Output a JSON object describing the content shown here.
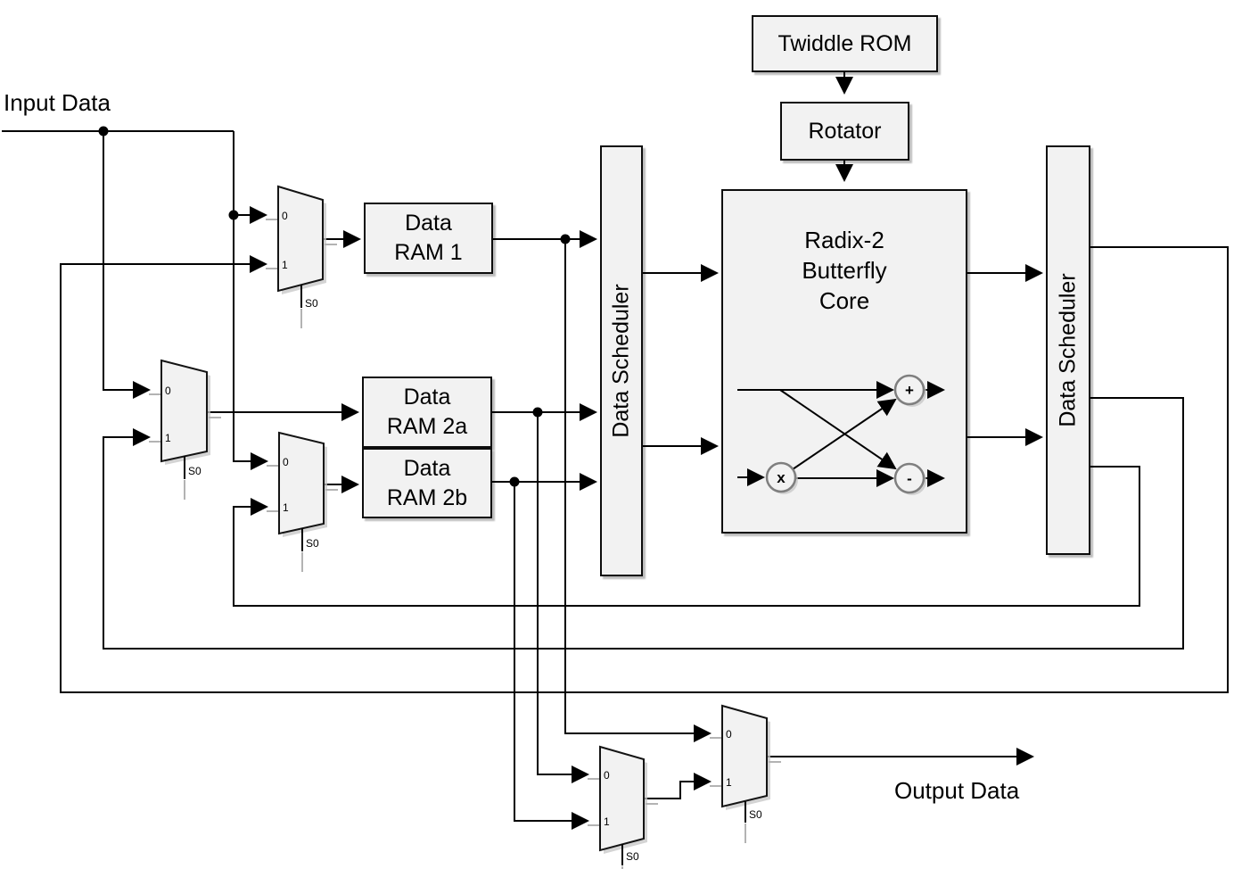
{
  "labels": {
    "input": "Input Data",
    "output": "Output Data"
  },
  "boxes": {
    "twiddle_rom": {
      "label": "Twiddle ROM"
    },
    "rotator": {
      "label": "Rotator"
    },
    "butterfly_core": {
      "line1": "Radix-2",
      "line2": "Butterfly",
      "line3": "Core"
    },
    "data_ram_1": {
      "line1": "Data",
      "line2": "RAM 1"
    },
    "data_ram_2a": {
      "line1": "Data",
      "line2": "RAM 2a"
    },
    "data_ram_2b": {
      "line1": "Data",
      "line2": "RAM 2b"
    },
    "scheduler_left": {
      "label": "Data Scheduler"
    },
    "scheduler_right": {
      "label": "Data Scheduler"
    }
  },
  "mux": {
    "input0": "0",
    "input1": "1",
    "select": "S0"
  },
  "butterfly_ops": {
    "add": "+",
    "subtract": "-",
    "multiply": "x"
  },
  "colors": {
    "box_fill": "#f2f2f2",
    "box_border": "#0d0d0d",
    "wire": "#000000",
    "port_tick": "#b3b3b3",
    "op_circle_stroke": "#7f7f7f",
    "shadow": "#bdbdbd"
  }
}
